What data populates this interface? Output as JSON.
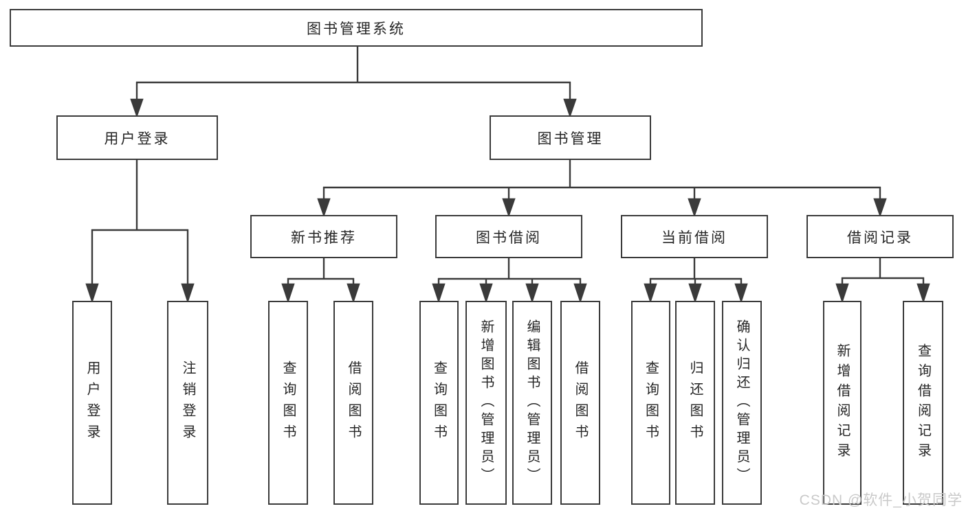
{
  "diagram": {
    "tree": {
      "label": "图书管理系统",
      "children": [
        {
          "label": "用户登录",
          "children": [
            {
              "label": "用户登录"
            },
            {
              "label": "注销登录"
            }
          ]
        },
        {
          "label": "图书管理",
          "children": [
            {
              "label": "新书推荐",
              "children": [
                {
                  "label": "查询图书"
                },
                {
                  "label": "借阅图书"
                }
              ]
            },
            {
              "label": "图书借阅",
              "children": [
                {
                  "label": "查询图书"
                },
                {
                  "label": "新增图书（管理员）"
                },
                {
                  "label": "编辑图书（管理员）"
                },
                {
                  "label": "借阅图书"
                }
              ]
            },
            {
              "label": "当前借阅",
              "children": [
                {
                  "label": "查询图书"
                },
                {
                  "label": "归还图书"
                },
                {
                  "label": "确认归还（管理员）"
                }
              ]
            },
            {
              "label": "借阅记录",
              "children": [
                {
                  "label": "新增借阅记录"
                },
                {
                  "label": "查询借阅记录"
                }
              ]
            }
          ]
        }
      ]
    },
    "colors": {
      "line": "#3a3a3a",
      "box_border": "#3a3a3a",
      "box_fill": "#ffffff",
      "text": "#262626",
      "watermark": "#c9c9c9",
      "background": "#ffffff"
    }
  },
  "watermark": {
    "text": "CSDN @软件_小贺同学"
  }
}
